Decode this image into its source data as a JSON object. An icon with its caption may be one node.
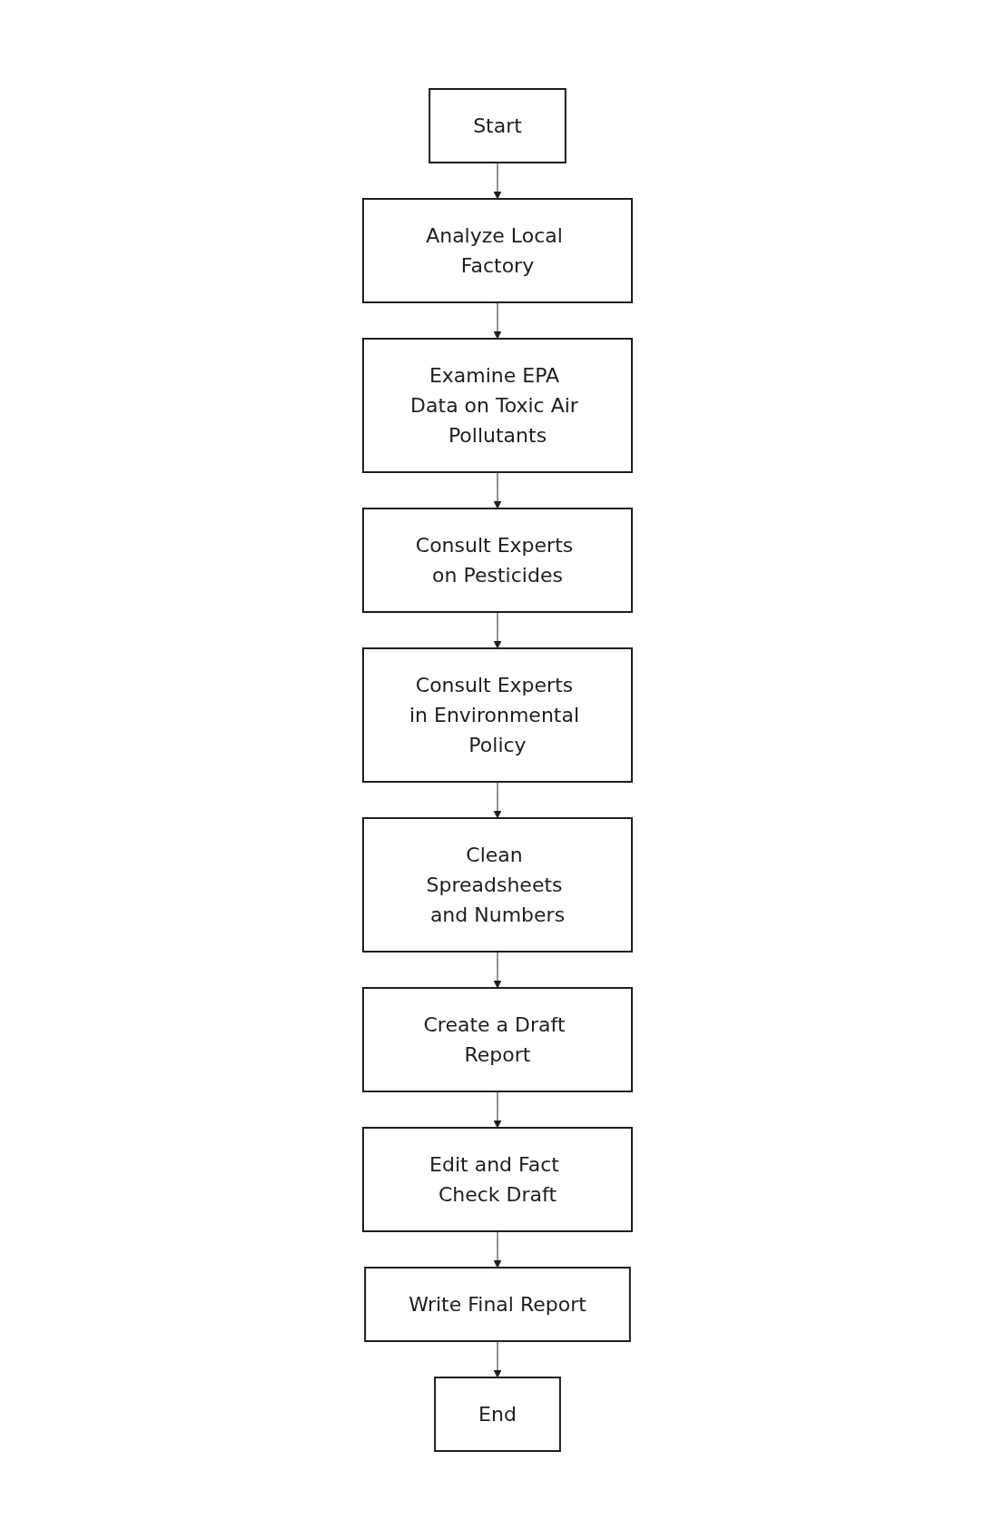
{
  "diagram": {
    "nodes": [
      {
        "text": [
          "Start"
        ]
      },
      {
        "text": [
          "Analyze Local Factory"
        ]
      },
      {
        "text": [
          "Examine EPA Data on Toxic Air Pollutants"
        ]
      },
      {
        "text": [
          "Consult Experts on Pesticides"
        ]
      },
      {
        "text": [
          "Consult Experts in Environmental Policy"
        ]
      },
      {
        "text": [
          "Clean Spreadsheets and Numbers"
        ]
      },
      {
        "text": [
          "Create a Draft Report"
        ]
      },
      {
        "text": [
          "Edit and Fact Check Draft"
        ]
      },
      {
        "text": [
          "Write Final Report"
        ]
      },
      {
        "text": [
          "End"
        ]
      }
    ],
    "edges": [
      {
        "from": 0,
        "to": 1,
        "arrow": "to"
      },
      {
        "from": 1,
        "to": 2,
        "arrow": "to"
      },
      {
        "from": 2,
        "to": 3,
        "arrow": "to"
      },
      {
        "from": 3,
        "to": 4,
        "arrow": "to"
      },
      {
        "from": 4,
        "to": 5,
        "arrow": "to"
      },
      {
        "from": 5,
        "to": 6,
        "arrow": "to"
      },
      {
        "from": 6,
        "to": 7,
        "arrow": "to"
      },
      {
        "from": 7,
        "to": 8,
        "arrow": "to"
      },
      {
        "from": 8,
        "to": 9,
        "arrow": "to"
      }
    ]
  }
}
